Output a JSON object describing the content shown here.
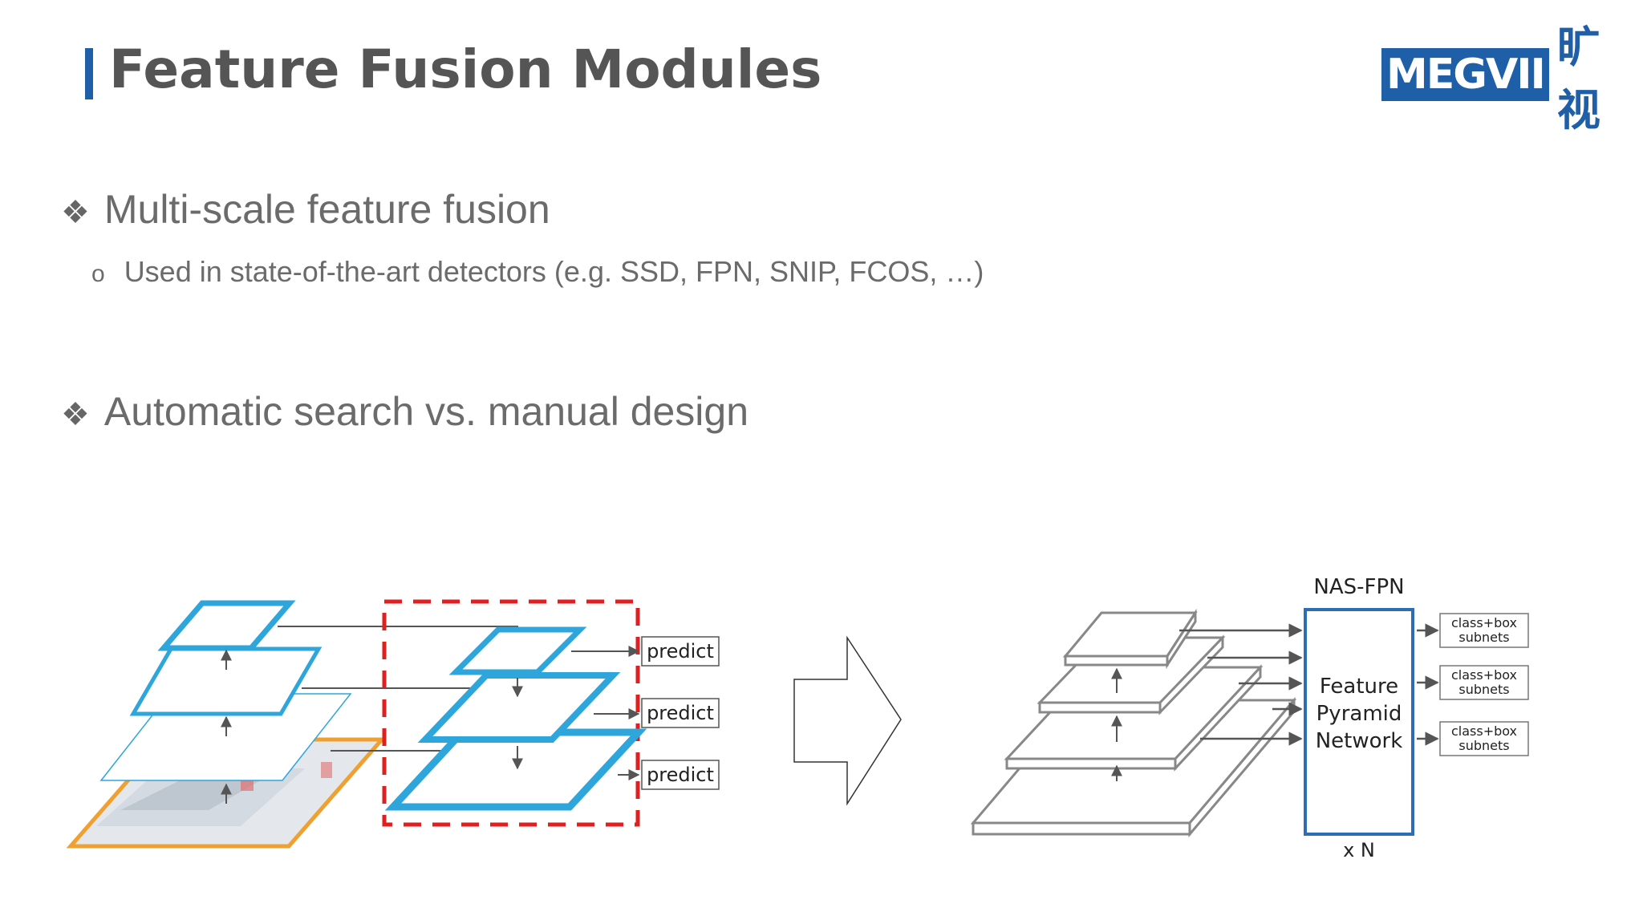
{
  "slide": {
    "title": "Feature Fusion Modules",
    "logo_text": "MEGVII",
    "logo_cn": "旷视"
  },
  "bullets": {
    "b1_symbol": "❖",
    "b1": "Multi-scale feature fusion",
    "sub1_symbol": "o",
    "sub1": "Used in state-of-the-art detectors (e.g. SSD, FPN, SNIP, FCOS, …)",
    "b2_symbol": "❖",
    "b2": "Automatic search vs. manual design"
  },
  "left_diagram": {
    "predict_labels": [
      "predict",
      "predict",
      "predict"
    ]
  },
  "right_diagram": {
    "header": "NAS-FPN",
    "block_label_lines": [
      "Feature",
      "Pyramid",
      "Network"
    ],
    "repeat_label": "x N",
    "subnets": [
      {
        "line1": "class+box",
        "line2": "subnets"
      },
      {
        "line1": "class+box",
        "line2": "subnets"
      },
      {
        "line1": "class+box",
        "line2": "subnets"
      }
    ]
  },
  "colors": {
    "brand_blue": "#1f5fa8",
    "feature_blue": "#2ea6dc",
    "orange": "#f0a030",
    "dashed_red": "#e02020",
    "text_gray": "#6b6b6b"
  }
}
